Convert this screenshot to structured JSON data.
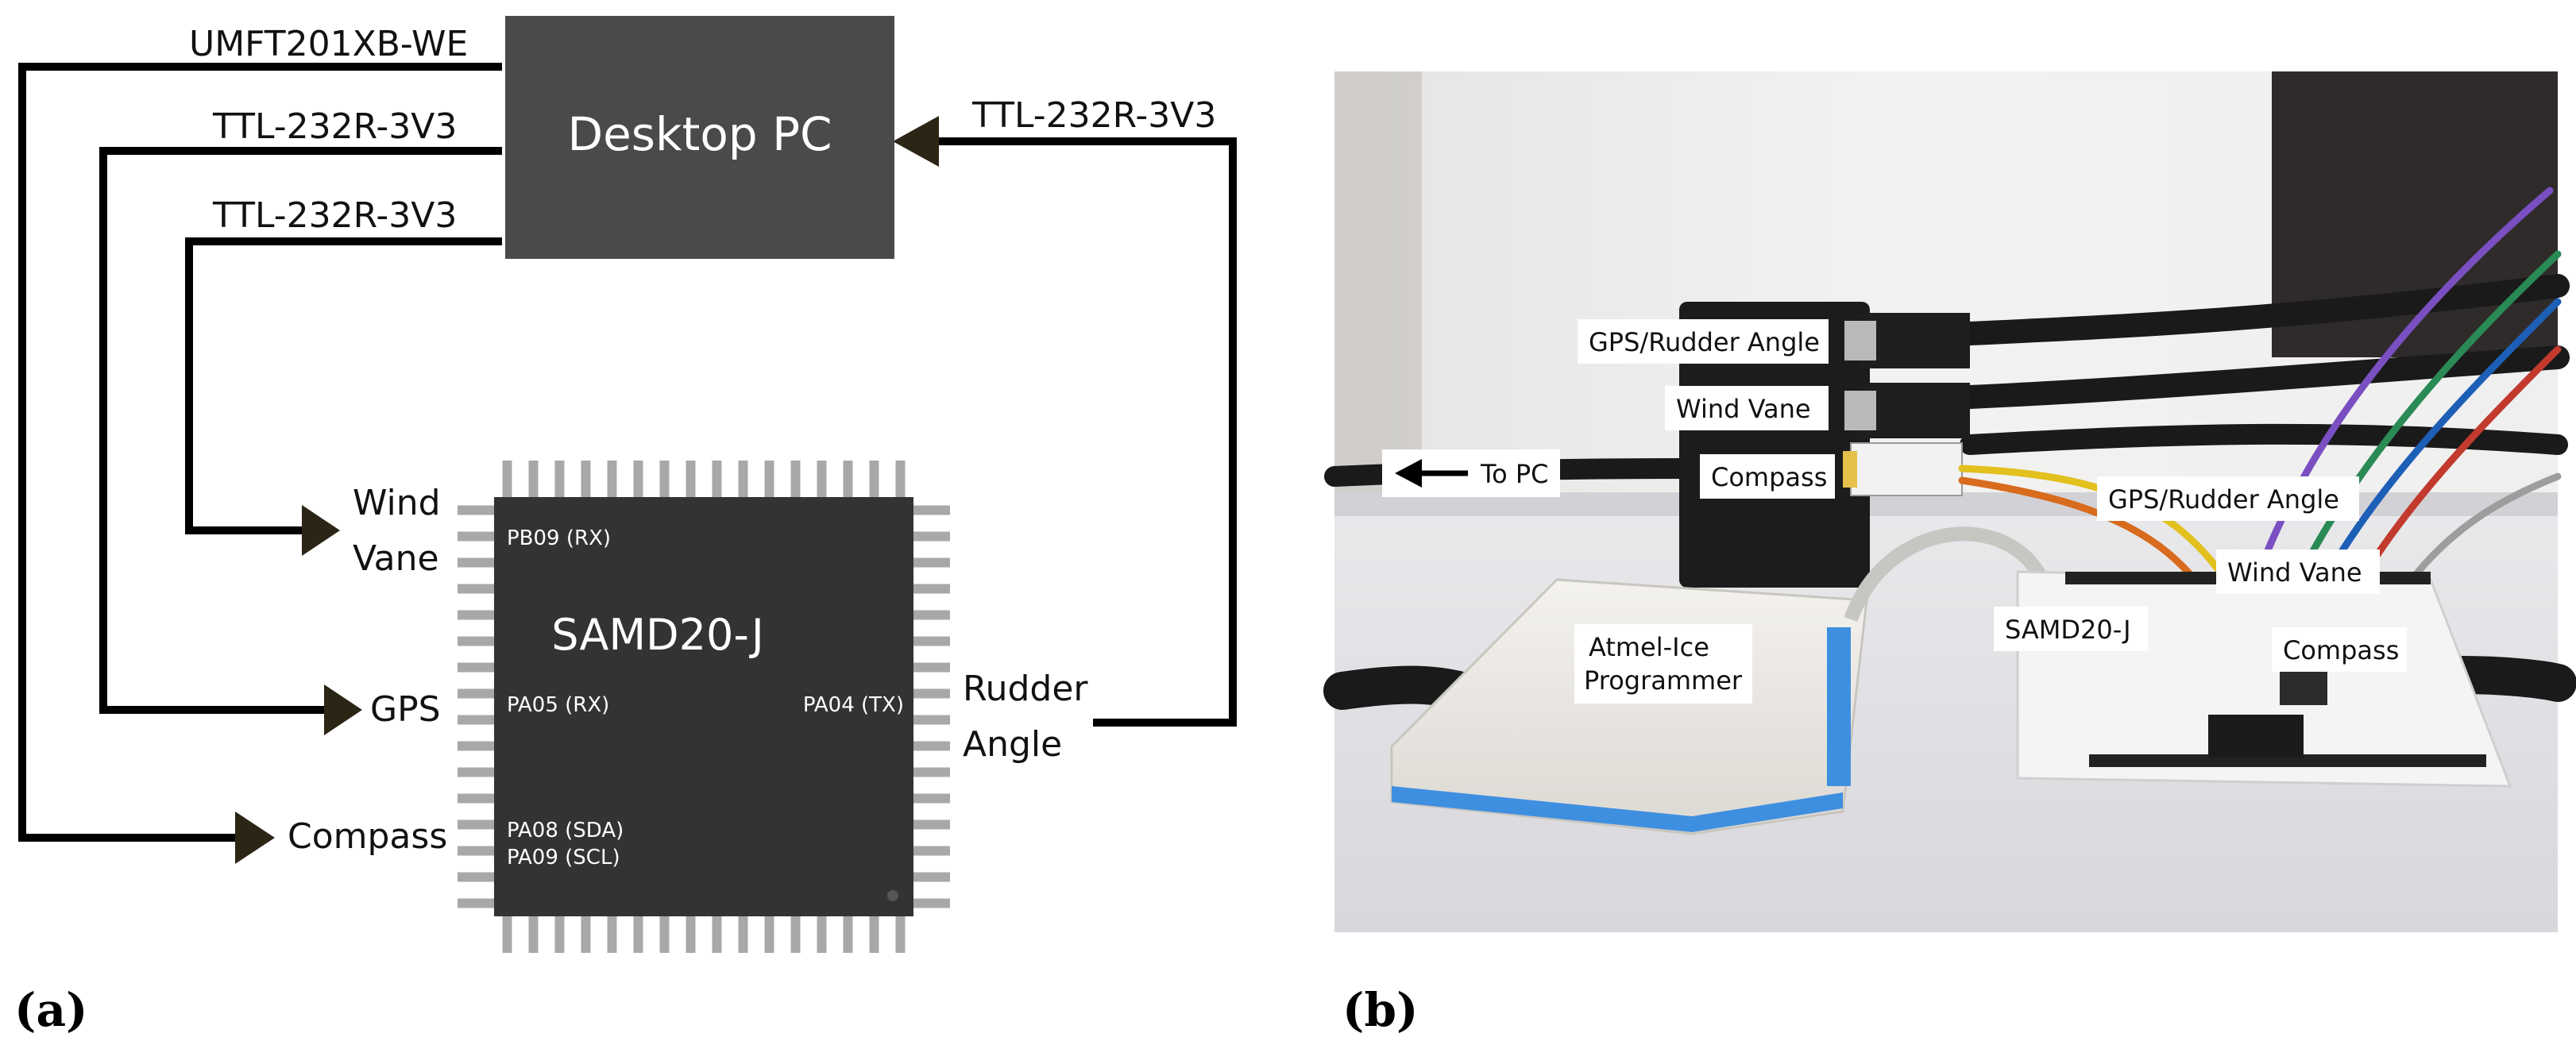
{
  "panel_a": {
    "caption": "(a)",
    "pc": {
      "label": "Desktop PC"
    },
    "mcu": {
      "label": "SAMD20-J",
      "pins": {
        "pb09": "PB09 (RX)",
        "pa05": "PA05 (RX)",
        "pa04": "PA04 (TX)",
        "pa08": "PA08 (SDA)",
        "pa09": "PA09 (SCL)"
      }
    },
    "cables": {
      "umft": "UMFT201XB-WE",
      "ttl1": "TTL-232R-3V3",
      "ttl2": "TTL-232R-3V3",
      "ttl_right": "TTL-232R-3V3"
    },
    "sensors": {
      "wind_line1": "Wind",
      "wind_line2": "Vane",
      "gps": "GPS",
      "compass": "Compass",
      "rudder_line1": "Rudder",
      "rudder_line2": "Angle"
    },
    "colors": {
      "pc_box": "#4a4a4a",
      "chip": "#333333",
      "pins": "#a8a8a8",
      "line": "#000000",
      "arrow": "#2b2515"
    }
  },
  "panel_b": {
    "caption": "(b)",
    "labels": {
      "gps_rudder_usb": "GPS/Rudder Angle",
      "wind_usb": "Wind Vane",
      "compass_usb": "Compass",
      "to_pc": "To PC",
      "gps_rudder_wire": "GPS/Rudder Angle",
      "wind_wire": "Wind Vane",
      "compass_wire": "Compass",
      "samd": "SAMD20-J",
      "atmel_line1": "Atmel-Ice",
      "atmel_line2": "Programmer"
    }
  }
}
